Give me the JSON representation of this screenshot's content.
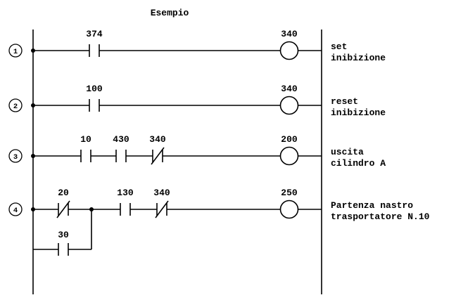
{
  "title": "Esempio",
  "colors": {
    "line": "#000000",
    "background": "#ffffff"
  },
  "rungs": [
    {
      "number": "1",
      "contacts": [
        {
          "label": "374",
          "type": "NO"
        }
      ],
      "coil": "340",
      "description": [
        "set",
        "inibizione"
      ]
    },
    {
      "number": "2",
      "contacts": [
        {
          "label": "100",
          "type": "NO"
        }
      ],
      "coil": "340",
      "description": [
        "reset",
        "inibizione"
      ]
    },
    {
      "number": "3",
      "contacts": [
        {
          "label": "10",
          "type": "NO"
        },
        {
          "label": "430",
          "type": "NO"
        },
        {
          "label": "340",
          "type": "NC"
        }
      ],
      "coil": "200",
      "description": [
        "uscita",
        "cilindro A"
      ]
    },
    {
      "number": "4",
      "contacts": [
        {
          "label": "20",
          "type": "NC"
        },
        {
          "label": "130",
          "type": "NO"
        },
        {
          "label": "340",
          "type": "NC"
        }
      ],
      "branch_contact": {
        "label": "30",
        "type": "NO"
      },
      "coil": "250",
      "description": [
        "Partenza nastro",
        "trasportatore N.10"
      ]
    }
  ]
}
